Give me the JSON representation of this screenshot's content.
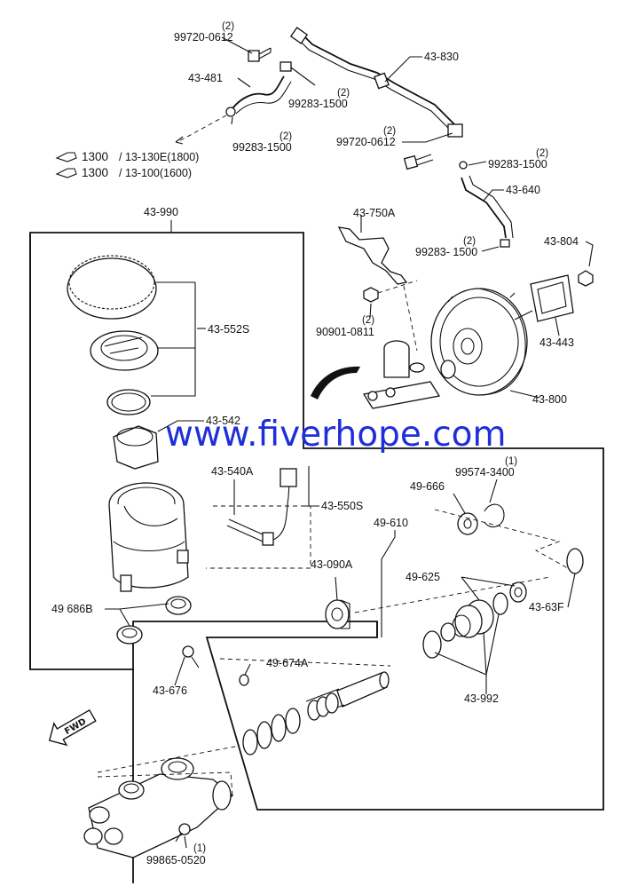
{
  "watermark": "www.fiverhope.com",
  "references": {
    "line1": {
      "main": "1300",
      "sub": "/ 13-130E(1800)"
    },
    "line2": {
      "main": "1300",
      "sub": "/ 13-100(1600)"
    }
  },
  "fwd_label": "FWD",
  "parts": {
    "p_99720_0612_a": {
      "qty": "(2)",
      "number": "99720-0612"
    },
    "p_43_481": {
      "number": "43-481"
    },
    "p_99283_1500_a": {
      "qty": "(2)",
      "number": "99283-1500"
    },
    "p_43_830": {
      "number": "43-830"
    },
    "p_99283_1500_b": {
      "qty": "(2)",
      "number": "99283-1500"
    },
    "p_99720_0612_b": {
      "qty": "(2)",
      "number": "99720-0612"
    },
    "p_99283_1500_c": {
      "qty": "(2)",
      "number": "99283-1500"
    },
    "p_43_640": {
      "number": "43-640"
    },
    "p_43_990": {
      "number": "43-990"
    },
    "p_43_750A": {
      "number": "43-750A"
    },
    "p_99283_1500_d": {
      "qty": "(2)",
      "number": "99283- 1500"
    },
    "p_43_804": {
      "number": "43-804"
    },
    "p_43_552S": {
      "number": "43-552S"
    },
    "p_90901_0811": {
      "qty": "(2)",
      "number": "90901-0811"
    },
    "p_43_443": {
      "number": "43-443"
    },
    "p_43_800": {
      "number": "43-800"
    },
    "p_43_542": {
      "number": "43-542"
    },
    "p_43_540A": {
      "number": "43-540A"
    },
    "p_99574_3400": {
      "qty": "(1)",
      "number": "99574-3400"
    },
    "p_49_666": {
      "number": "49-666"
    },
    "p_43_550S": {
      "number": "43-550S"
    },
    "p_49_610": {
      "number": "49-610"
    },
    "p_43_090A": {
      "number": "43-090A"
    },
    "p_49_625": {
      "number": "49-625"
    },
    "p_43_63F": {
      "number": "43-63F"
    },
    "p_49_686B": {
      "number": "49 686B"
    },
    "p_49_674A": {
      "number": "49-674A"
    },
    "p_43_676": {
      "number": "43-676"
    },
    "p_43_992": {
      "number": "43-992"
    },
    "p_99865_0520": {
      "qty": "(1)",
      "number": "99865-0520"
    }
  }
}
